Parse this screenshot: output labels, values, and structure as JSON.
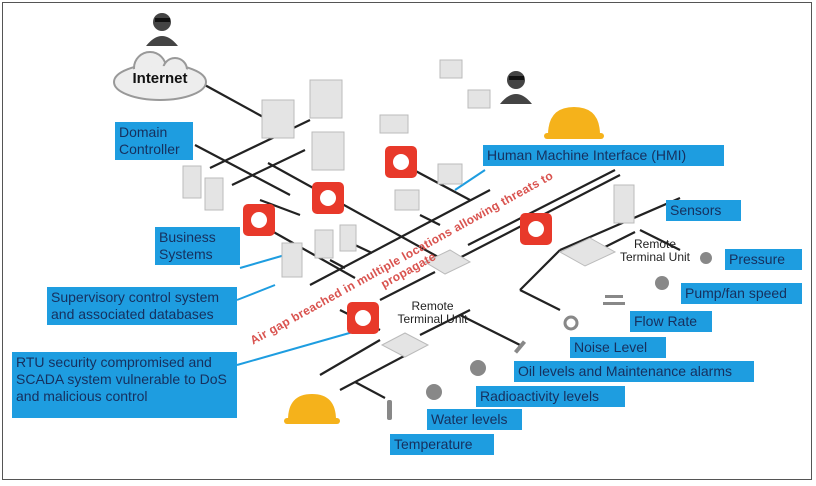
{
  "internet": "Internet",
  "labels": {
    "domain_controller": "Domain Controller",
    "business_systems": "Business Systems",
    "supervisory": "Supervisory control system and associated databases",
    "rtu_compromised": "RTU security compromised and SCADA system vulnerable to DoS and malicious control",
    "hmi": "Human Machine Interface (HMI)",
    "sensors": "Sensors",
    "pressure": "Pressure",
    "pump_fan": "Pump/fan speed",
    "flow_rate": "Flow Rate",
    "noise": "Noise Level",
    "oil": "Oil levels and Maintenance alarms",
    "radioactivity": "Radioactivity levels",
    "water": "Water levels",
    "temperature": "Temperature"
  },
  "rtu_label": "Remote Terminal Unit",
  "air_gap_text": "Air gap breached in multiple locations allowing threats to propagate",
  "colors": {
    "label_bg": "#1e9de0",
    "label_text": "#16305e",
    "threat": "#e8392a",
    "air_gap_text": "#d9534f",
    "helmet": "#f5b21b"
  }
}
